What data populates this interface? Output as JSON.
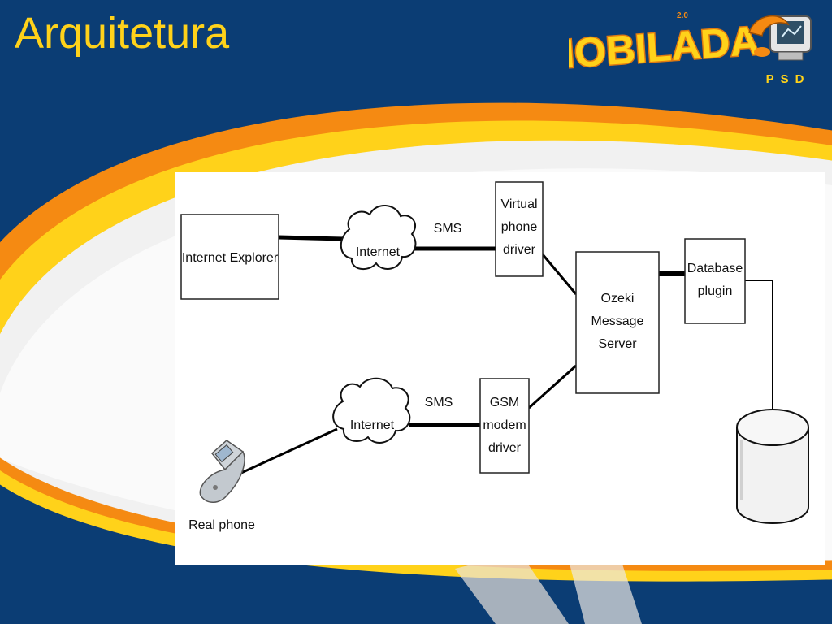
{
  "slide": {
    "title": "Arquitetura",
    "logo": {
      "brand": "MOBILADA",
      "sub": "PSD",
      "superscript": "2.0"
    }
  },
  "colors": {
    "background": "#0b3d74",
    "title": "#ffd21a",
    "swoosh_orange": "#f58a12",
    "swoosh_yellow": "#ffd21a",
    "panel": "#ffffff"
  },
  "icons": [
    "cloud-icon",
    "database-icon",
    "mobile-phone-icon",
    "computer-mascot-icon"
  ],
  "diagram": {
    "nodes": {
      "internet_explorer": "Internet Explorer",
      "internet_top": "Internet",
      "internet_bottom": "Internet",
      "virtual_phone_driver": [
        "Virtual",
        "phone",
        "driver"
      ],
      "gsm_modem_driver": [
        "GSM",
        "modem",
        "driver"
      ],
      "ozeki_message_server": [
        "Ozeki",
        "Message",
        "Server"
      ],
      "database_plugin": [
        "Database",
        "plugin"
      ],
      "real_phone": "Real phone"
    },
    "edges": {
      "sms_top": "SMS",
      "sms_bottom": "SMS"
    }
  }
}
